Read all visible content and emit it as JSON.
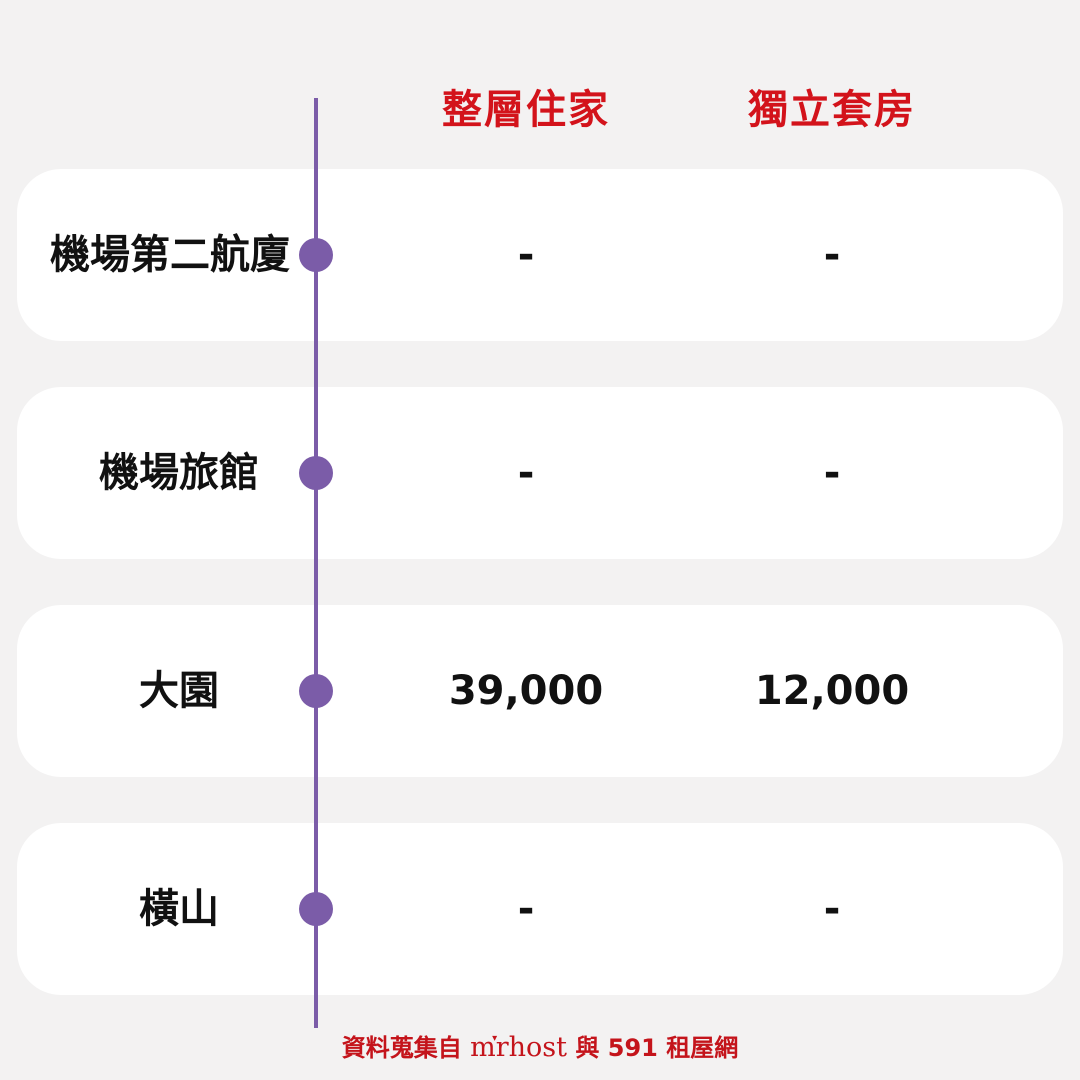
{
  "columns": {
    "whole_home": "整層住家",
    "studio": "獨立套房"
  },
  "rows": [
    {
      "label": "機場第二航廈",
      "whole_home": "-",
      "studio": "-"
    },
    {
      "label": "機場旅館",
      "whole_home": "-",
      "studio": "-"
    },
    {
      "label": "大園",
      "whole_home": "39,000",
      "studio": "12,000"
    },
    {
      "label": "橫山",
      "whole_home": "-",
      "studio": "-"
    }
  ],
  "footer": {
    "prefix": "資料蒐集自",
    "brand": "mrhost",
    "conjunction": "與 591 租屋網"
  },
  "colors": {
    "header_red": "#d3131b",
    "timeline_purple": "#7b5ca8",
    "card_white": "#ffffff",
    "background": "#f3f2f2"
  }
}
